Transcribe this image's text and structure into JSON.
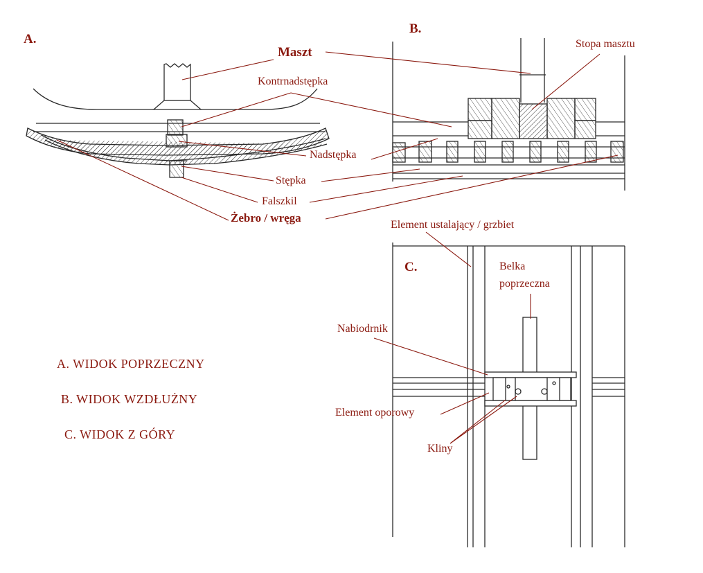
{
  "sections": {
    "a": "A.",
    "b": "B.",
    "c": "C."
  },
  "labels": {
    "maszt": "Maszt",
    "kontrnadstepka": "Kontrnadstępka",
    "nadstepka": "Nadstępka",
    "stepka": "Stępka",
    "falszkil": "Falszkil",
    "zebro": "Żebro / wręga",
    "stopa_masztu": "Stopa masztu",
    "element_ustalajacy": "Element ustalający / grzbiet",
    "belka_line1": "Belka",
    "belka_line2": "poprzeczna",
    "nabiodrnik": "Nabiodrnik",
    "element_oporowy": "Element oporowy",
    "kliny": "Kliny"
  },
  "legend": {
    "a": "A.  WIDOK POPRZECZNY",
    "b": "B.  WIDOK WZDŁUŻNY",
    "c": "C.  WIDOK Z GÓRY"
  },
  "colors": {
    "label": "#8b1a10",
    "leader": "#8b1a10",
    "ink": "#2a2a2a"
  }
}
